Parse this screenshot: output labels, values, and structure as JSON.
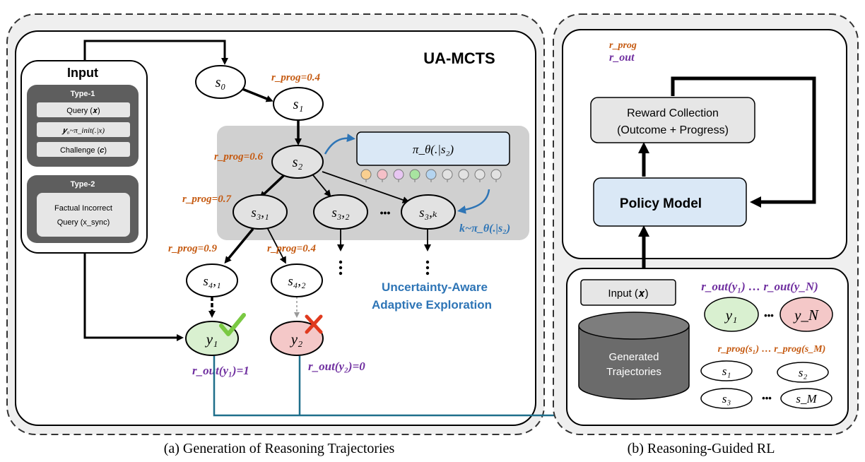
{
  "panel_a": {
    "title": "UA-MCTS",
    "caption": "(a) Generation of Reasoning Trajectories",
    "input": {
      "title": "Input",
      "type1": {
        "header": "Type-1",
        "items": [
          "Query (𝒙)",
          "𝒚₀~π_init(.|x)",
          "Challenge (𝒄)"
        ]
      },
      "type2": {
        "header": "Type-2",
        "line1": "Factual Incorrect",
        "line2": "Query (x_sync)"
      }
    },
    "nodes": {
      "s0": "s₀",
      "s1": "s₁",
      "s2": "s₂",
      "s31": "s₃,₁",
      "s32": "s₃,₂",
      "s3k": "s₃,ₖ",
      "s41": "s₄,₁",
      "s42": "s₄,₂",
      "y1": "y₁",
      "y2": "y₂",
      "ellipsis": "•••"
    },
    "rprog": {
      "r1": "r_prog=0.4",
      "r2": "r_prog=0.6",
      "r3": "r_prog=0.7",
      "r4": "r_prog=0.9",
      "r5": "r_prog=0.4"
    },
    "policy_box": "π_θ(.|s₂)",
    "k_sample": "k~π_θ(.|s₂)",
    "exploration_line1": "Uncertainty-Aware",
    "exploration_line2": "Adaptive Exploration",
    "rout_y1": "r_out(y₁)=1",
    "rout_y2": "r_out(y₂)=0"
  },
  "panel_b": {
    "caption": "(b) Reasoning-Guided RL",
    "legend_rprog": "r_prog",
    "legend_rout": "r_out",
    "reward_line1": "Reward Collection",
    "reward_line2": "(Outcome + Progress)",
    "policy_model": "Policy Model",
    "input_x": "Input (𝒙)",
    "db_line1": "Generated",
    "db_line2": "Trajectories",
    "rout_range": "r_out(y₁) … r_out(y_N)",
    "y1": "y₁",
    "yN": "y_N",
    "rprog_range": "r_prog(s₁) … r_prog(s_M)",
    "s1": "s₁",
    "s2": "s₂",
    "s3": "s₃",
    "sM": "s_M",
    "ellipsis": "•••"
  },
  "colors": {
    "orange": "#c55a11",
    "purple": "#7030a0",
    "blue": "#2e75b6",
    "teal": "#1f6f8b",
    "gray_panel": "#d0d0d0",
    "policy_fill": "#dae8f6",
    "green": "#d9f0d0",
    "pink": "#f4c8c8"
  }
}
